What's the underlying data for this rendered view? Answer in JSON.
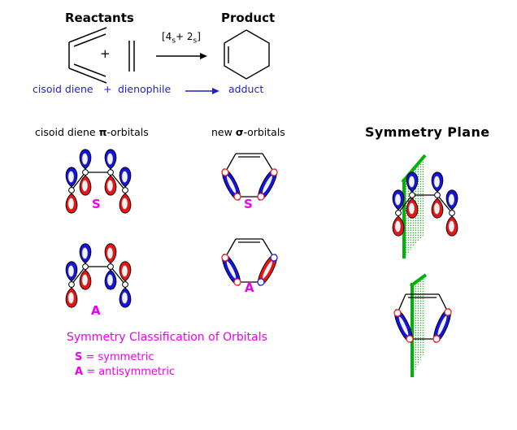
{
  "colors": {
    "text_blue": "#2222CC",
    "magenta": "#EE00EE",
    "lobe_blue": "#1313DD",
    "lobe_red": "#EE1111",
    "carbon_circle_red": "#EE2222",
    "carbon_circle_blue": "#2222EE",
    "plane_green": "#00B307",
    "plane_dot_green": "#00A000"
  },
  "headers": {
    "reactants": "Reactants",
    "product": "Product",
    "symmetry_plane": "Symmetry Plane"
  },
  "reaction": {
    "plus": "+",
    "arrow_label": {
      "open": "[4",
      "sub1": "s",
      "mid": "+ 2",
      "sub2": "s",
      "close": "]"
    }
  },
  "equation": {
    "diene": "cisoid diene",
    "plus": "+",
    "dienophile": "dienophile",
    "adduct": "adduct"
  },
  "section_labels": {
    "pi": {
      "pre": "cisoid diene ",
      "sym": "π",
      "post": "-orbitals"
    },
    "sigma": {
      "pre": "new ",
      "sym": "σ",
      "post": "-orbitals"
    }
  },
  "orbital_labels": {
    "pi_s": "S",
    "sigma_s": "S",
    "pi_a": "A",
    "sigma_a": "A"
  },
  "legend": {
    "title": "Symmetry Classification of Orbitals",
    "s_sym": "S",
    "s_rest": " = symmetric",
    "a_sym": "A",
    "a_rest": " = antisymmetric"
  },
  "diagrams": {
    "pi_s": {
      "phases_up": [
        "blue",
        "blue",
        "blue",
        "blue"
      ]
    },
    "pi_a": {
      "phases_up": [
        "blue",
        "blue",
        "red",
        "red"
      ]
    },
    "sigma_s": {
      "left_orbital": "blue",
      "right_orbital": "blue",
      "left_circles": "red",
      "right_circles": "red"
    },
    "sigma_a": {
      "left_orbital": "blue",
      "right_orbital": "red",
      "left_circles": "red",
      "right_circles": "blue"
    },
    "plane_pi": {
      "phases_up": [
        "blue",
        "blue",
        "blue",
        "blue"
      ]
    },
    "plane_sigma": {
      "left_orbital": "blue",
      "right_orbital": "blue",
      "left_circles": "red",
      "right_circles": "red"
    }
  }
}
